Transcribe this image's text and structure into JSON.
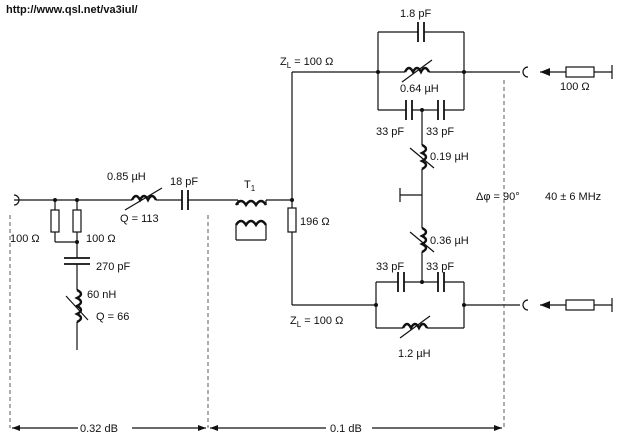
{
  "header": {
    "url": "http://www.qsl.net/va3iul/"
  },
  "labels": {
    "ind_in": "0.85 µH",
    "q_in": "Q = 113",
    "cap_series": "18 pF",
    "res_a": "100 Ω",
    "res_b": "100 Ω",
    "cap_shunt": "270 pF",
    "ind_shunt": "60 nH",
    "q_shunt": "Q = 66",
    "transformer": "T",
    "transformer_sub": "1",
    "res_mid": "196 Ω",
    "zl_top": "Z",
    "zl_top_sub": "L",
    "zl_top_val": "= 100 Ω",
    "zl_bot": "Z",
    "zl_bot_sub": "L",
    "zl_bot_val": "= 100 Ω",
    "cap_top": "1.8 pF",
    "ind_top": "0.64 µH",
    "cap_top_l": "33 pF",
    "cap_top_r": "33 pF",
    "ind_mid_top": "0.19 µH",
    "ind_mid_bot": "0.36 µH",
    "cap_bot_l": "33 pF",
    "cap_bot_r": "33 pF",
    "ind_bot": "1.2 µH",
    "res_term": "100 Ω",
    "phase": "Δφ = 90°",
    "freq": "40 ± 6 MHz",
    "loss_left": "0.32 dB",
    "loss_right": "0.1 dB"
  }
}
